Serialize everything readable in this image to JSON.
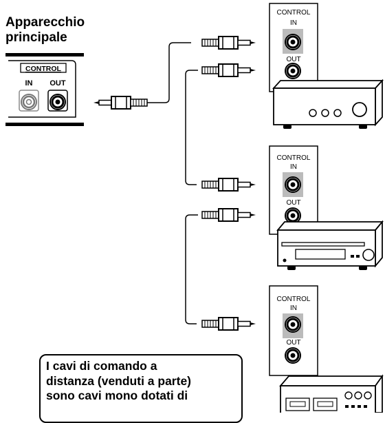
{
  "main_unit": {
    "title_line1": "Apparecchio",
    "title_line2": "principale",
    "panel_label": "CONTROL",
    "in_label": "IN",
    "out_label": "OUT"
  },
  "components": [
    {
      "control_label": "CONTROL",
      "in_label": "IN",
      "out_label": "OUT",
      "device": "amplifier"
    },
    {
      "control_label": "CONTROL",
      "in_label": "IN",
      "out_label": "OUT",
      "device": "cd-player"
    },
    {
      "control_label": "CONTROL",
      "in_label": "IN",
      "out_label": "OUT",
      "device": "cassette-deck"
    }
  ],
  "note": {
    "line1": "I cavi di comando a",
    "line2": "distanza (venduti a parte)",
    "line3": "sono cavi mono dotati di"
  }
}
